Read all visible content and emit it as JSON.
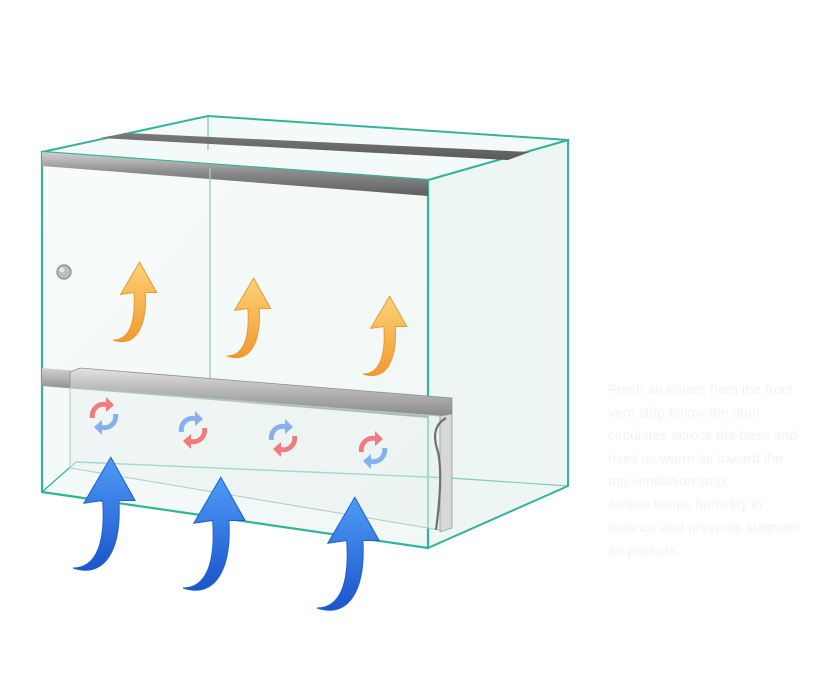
{
  "diagram": {
    "subject": "glass terrarium ventilation airflow",
    "colors": {
      "glass_edge": "#33b39a",
      "glass_fill": "#f3f9f8",
      "metal_dark": "#6e6e6e",
      "metal_light": "#c4c4c4",
      "warm_arrow": "#f6b24a",
      "cool_arrow": "#1f6fe0",
      "circulation_red": "#ef6f72",
      "circulation_blue": "#7aa8ef"
    },
    "arrows": {
      "inflow": [
        "inflow-arrow-left",
        "inflow-arrow-middle",
        "inflow-arrow-right"
      ],
      "rising": [
        "warm-arrow-left",
        "warm-arrow-middle",
        "warm-arrow-right"
      ],
      "circulation": [
        "circulation-1",
        "circulation-2",
        "circulation-3",
        "circulation-4"
      ]
    }
  },
  "caption": {
    "lines": [
      "Fresh air enters from the front",
      "vent strip below the door,",
      "circulates across the base and",
      "rises as warm air toward the",
      "top ventilation strip.",
      "Airflow keeps humidity in",
      "balance and prevents stagnant",
      "air pockets."
    ]
  }
}
